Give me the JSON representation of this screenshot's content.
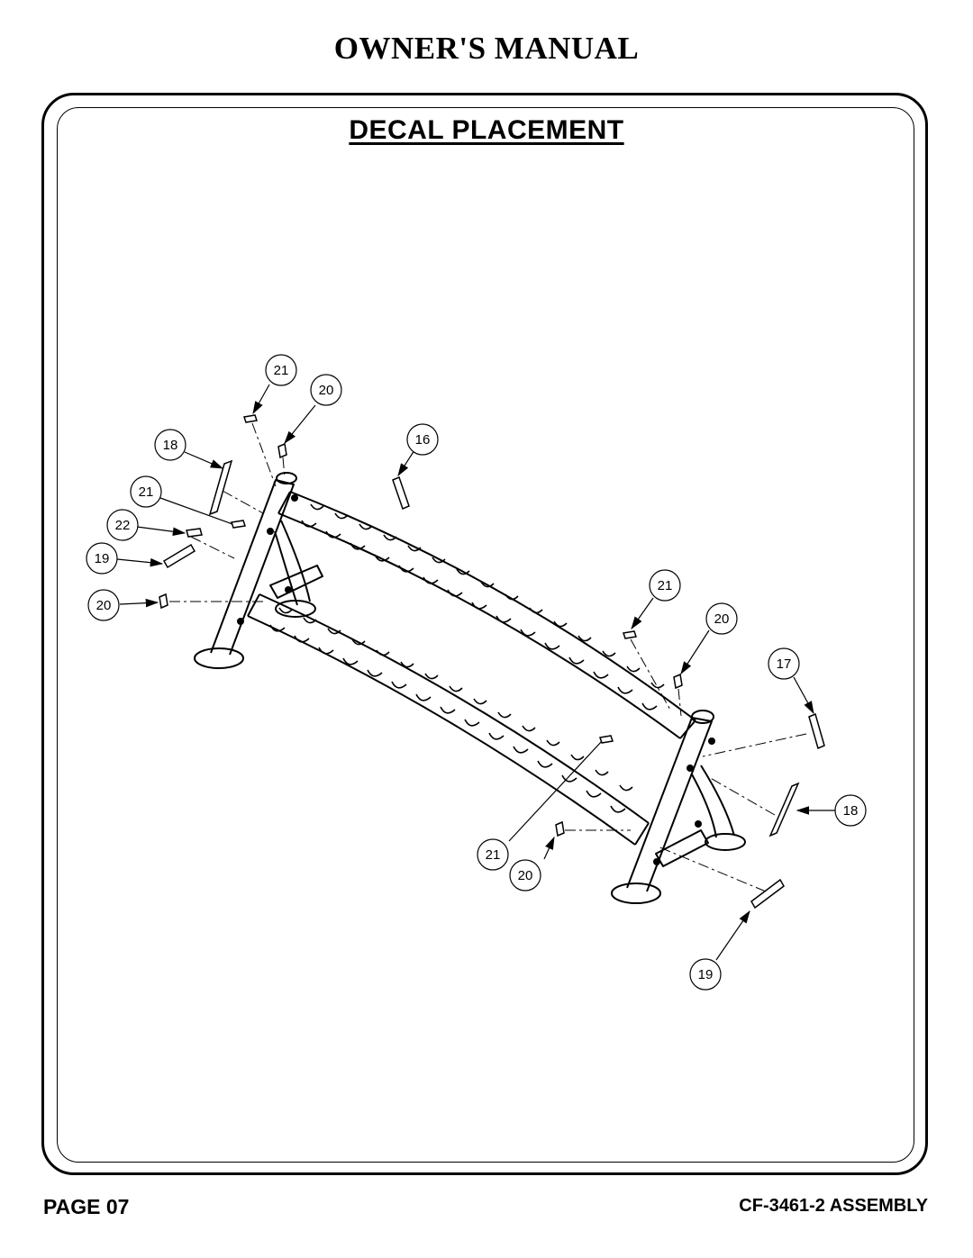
{
  "header": {
    "title": "OWNER'S MANUAL"
  },
  "section": {
    "title": "DECAL PLACEMENT"
  },
  "footer": {
    "page": "PAGE 07",
    "assembly": "CF-3461-2 ASSEMBLY"
  },
  "diagram": {
    "callouts": [
      "21",
      "20",
      "18",
      "16",
      "21",
      "22",
      "19",
      "20",
      "21",
      "20",
      "17",
      "18",
      "21",
      "20",
      "19"
    ]
  }
}
